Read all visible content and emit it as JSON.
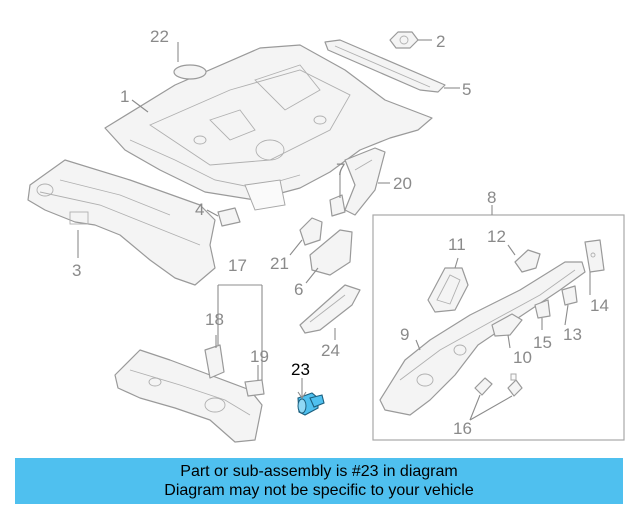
{
  "colors": {
    "banner_background": "#4fc0ef",
    "highlight_part": "#4fc0ef",
    "line_art": "#9a9a9a",
    "callout_text": "#8a8a8a",
    "highlight_callout_text": "#000000"
  },
  "highlighted_part": "23",
  "callouts": {
    "c1": "1",
    "c2": "2",
    "c3": "3",
    "c4": "4",
    "c5": "5",
    "c6": "6",
    "c7": "7",
    "c8": "8",
    "c9": "9",
    "c10": "10",
    "c11": "11",
    "c12": "12",
    "c13": "13",
    "c14": "14",
    "c15": "15",
    "c16": "16",
    "c17": "17",
    "c18": "18",
    "c19": "19",
    "c20": "20",
    "c21": "21",
    "c22": "22",
    "c23": "23",
    "c24": "24"
  },
  "banner": {
    "line1": "Part or sub-assembly is #23 in diagram",
    "line2": "Diagram may not be specific to your vehicle"
  }
}
